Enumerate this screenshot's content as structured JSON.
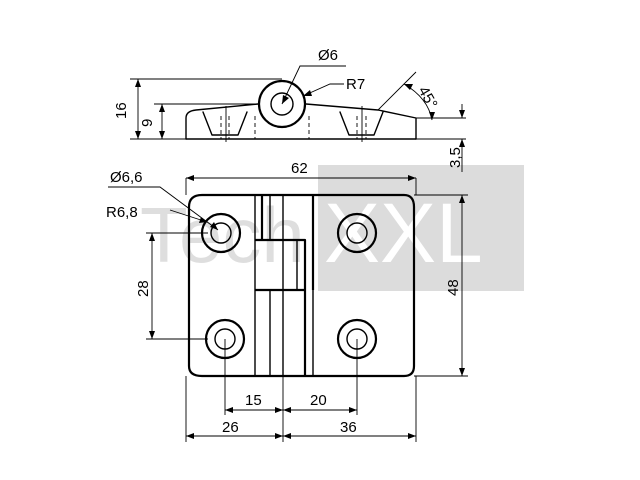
{
  "watermark": {
    "brand_prefix": "Tech",
    "brand_suffix": "XXL",
    "box_color": "#dcdcdc",
    "text_color": "#d4d4d4"
  },
  "side_view": {
    "hole_diameter": "Ø6",
    "knuckle_radius": "R7",
    "angle": "45°",
    "overall_height": "16",
    "leaf_height": "9",
    "thickness": "3,5"
  },
  "front_view": {
    "hole_diameter": "Ø6,6",
    "counterbore_radius": "R6,8",
    "overall_width": "62",
    "overall_height": "48",
    "hole_vertical_pitch": "28",
    "left_hole_to_axis": "15",
    "right_hole_to_axis": "20",
    "left_leaf_width": "26",
    "right_leaf_width": "36"
  }
}
